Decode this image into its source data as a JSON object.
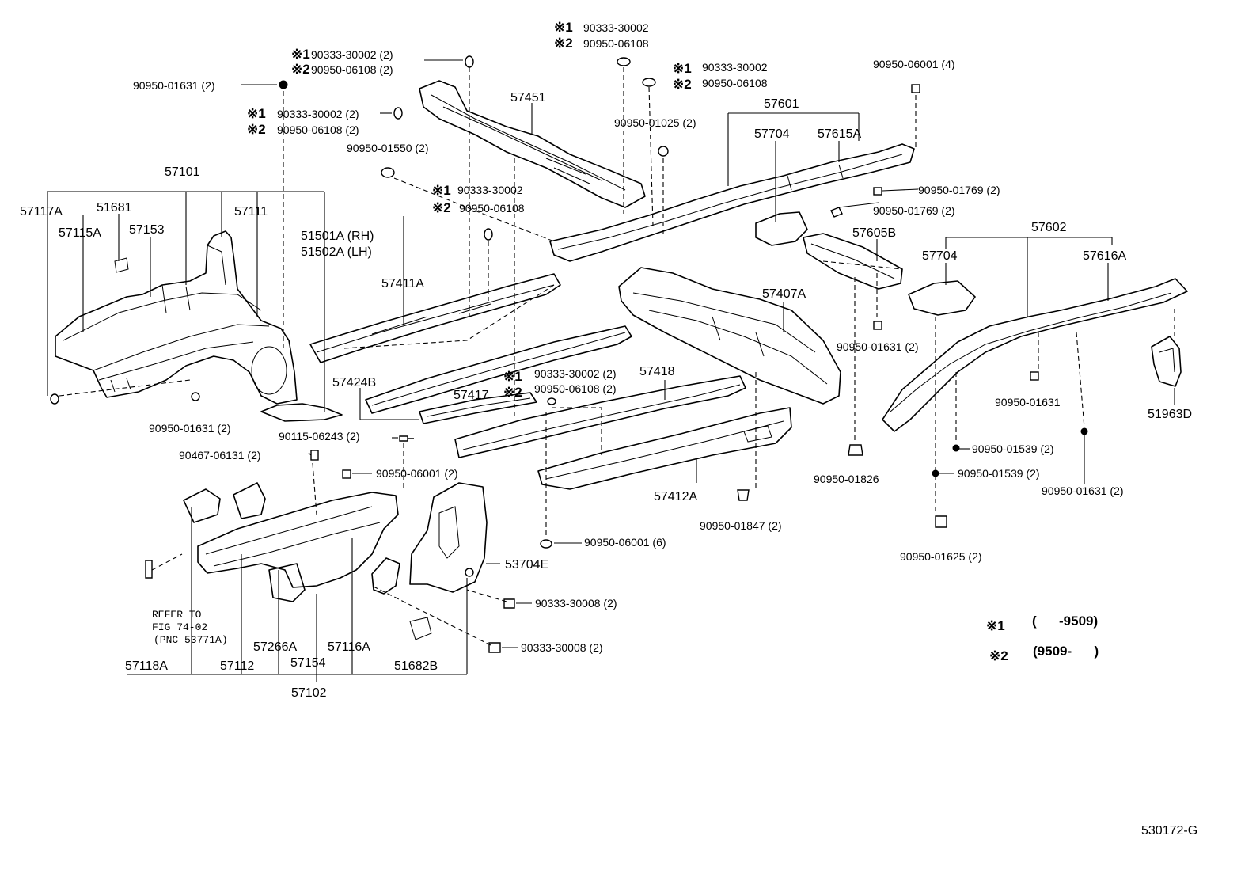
{
  "figure_id": "530172-G",
  "legend": {
    "mark1": "※1",
    "mark1_range": "(      -9509)",
    "mark2": "※2",
    "mark2_range": "(9509-      )"
  },
  "notes": {
    "refer_line1": "REFER TO",
    "refer_line2": "FIG 74-02",
    "refer_line3": "(PNC 53771A)"
  },
  "labels": {
    "p57101": "57101",
    "p57117A": "57117A",
    "p51681": "51681",
    "p57115A": "57115A",
    "p57153": "57153",
    "p57111": "57111",
    "p51501A": "51501A (RH)",
    "p51502A": "51502A (LH)",
    "p57451": "57451",
    "p57411A": "57411A",
    "p57424B": "57424B",
    "p57417": "57417",
    "p57418": "57418",
    "p57412A": "57412A",
    "p57601": "57601",
    "p57704a": "57704",
    "p57615A": "57615A",
    "p57605B": "57605B",
    "p57407A": "57407A",
    "p57602": "57602",
    "p57704b": "57704",
    "p57616A": "57616A",
    "p51963D": "51963D",
    "p53704E": "53704E",
    "p57118A": "57118A",
    "p57112": "57112",
    "p57266A": "57266A",
    "p57154": "57154",
    "p57116A": "57116A",
    "p51682B": "51682B",
    "p57102": "57102"
  },
  "hardware": {
    "h01_mark": "※1",
    "h01": "90333-30002 (2)",
    "h02_mark": "※2",
    "h02": "90950-06108 (2)",
    "h03": "90950-01631 (2)",
    "h04_mark": "※1",
    "h04": "90333-30002 (2)",
    "h05_mark": "※2",
    "h05": "90950-06108 (2)",
    "h06_mark": "※1",
    "h06": "90333-30002",
    "h07_mark": "※2",
    "h07": "90950-06108",
    "h08_mark": "※1",
    "h08": "90333-30002",
    "h09_mark": "※2",
    "h09": "90950-06108",
    "h10": "90950-06001 (4)",
    "h11": "90950-01025 (2)",
    "h12": "90950-01550 (2)",
    "h13_mark": "※1",
    "h13": "90333-30002",
    "h14_mark": "※2",
    "h14": "90950-06108",
    "h15": "90950-01769 (2)",
    "h16": "90950-01769 (2)",
    "h17": "90950-01631 (2)",
    "h18_mark": "※1",
    "h18": "90333-30002 (2)",
    "h19_mark": "※2",
    "h19": "90950-06108 (2)",
    "h20": "90950-01631 (2)",
    "h21": "90115-06243 (2)",
    "h22": "90467-06131 (2)",
    "h23": "90950-06001 (2)",
    "h24": "90950-01631",
    "h25": "90950-01539 (2)",
    "h26": "90950-01539 (2)",
    "h27": "90950-01826",
    "h28": "90950-01631 (2)",
    "h29": "90950-01847 (2)",
    "h30": "90950-06001 (6)",
    "h31": "90950-01625 (2)",
    "h32": "90333-30008 (2)",
    "h33": "90333-30008 (2)"
  }
}
